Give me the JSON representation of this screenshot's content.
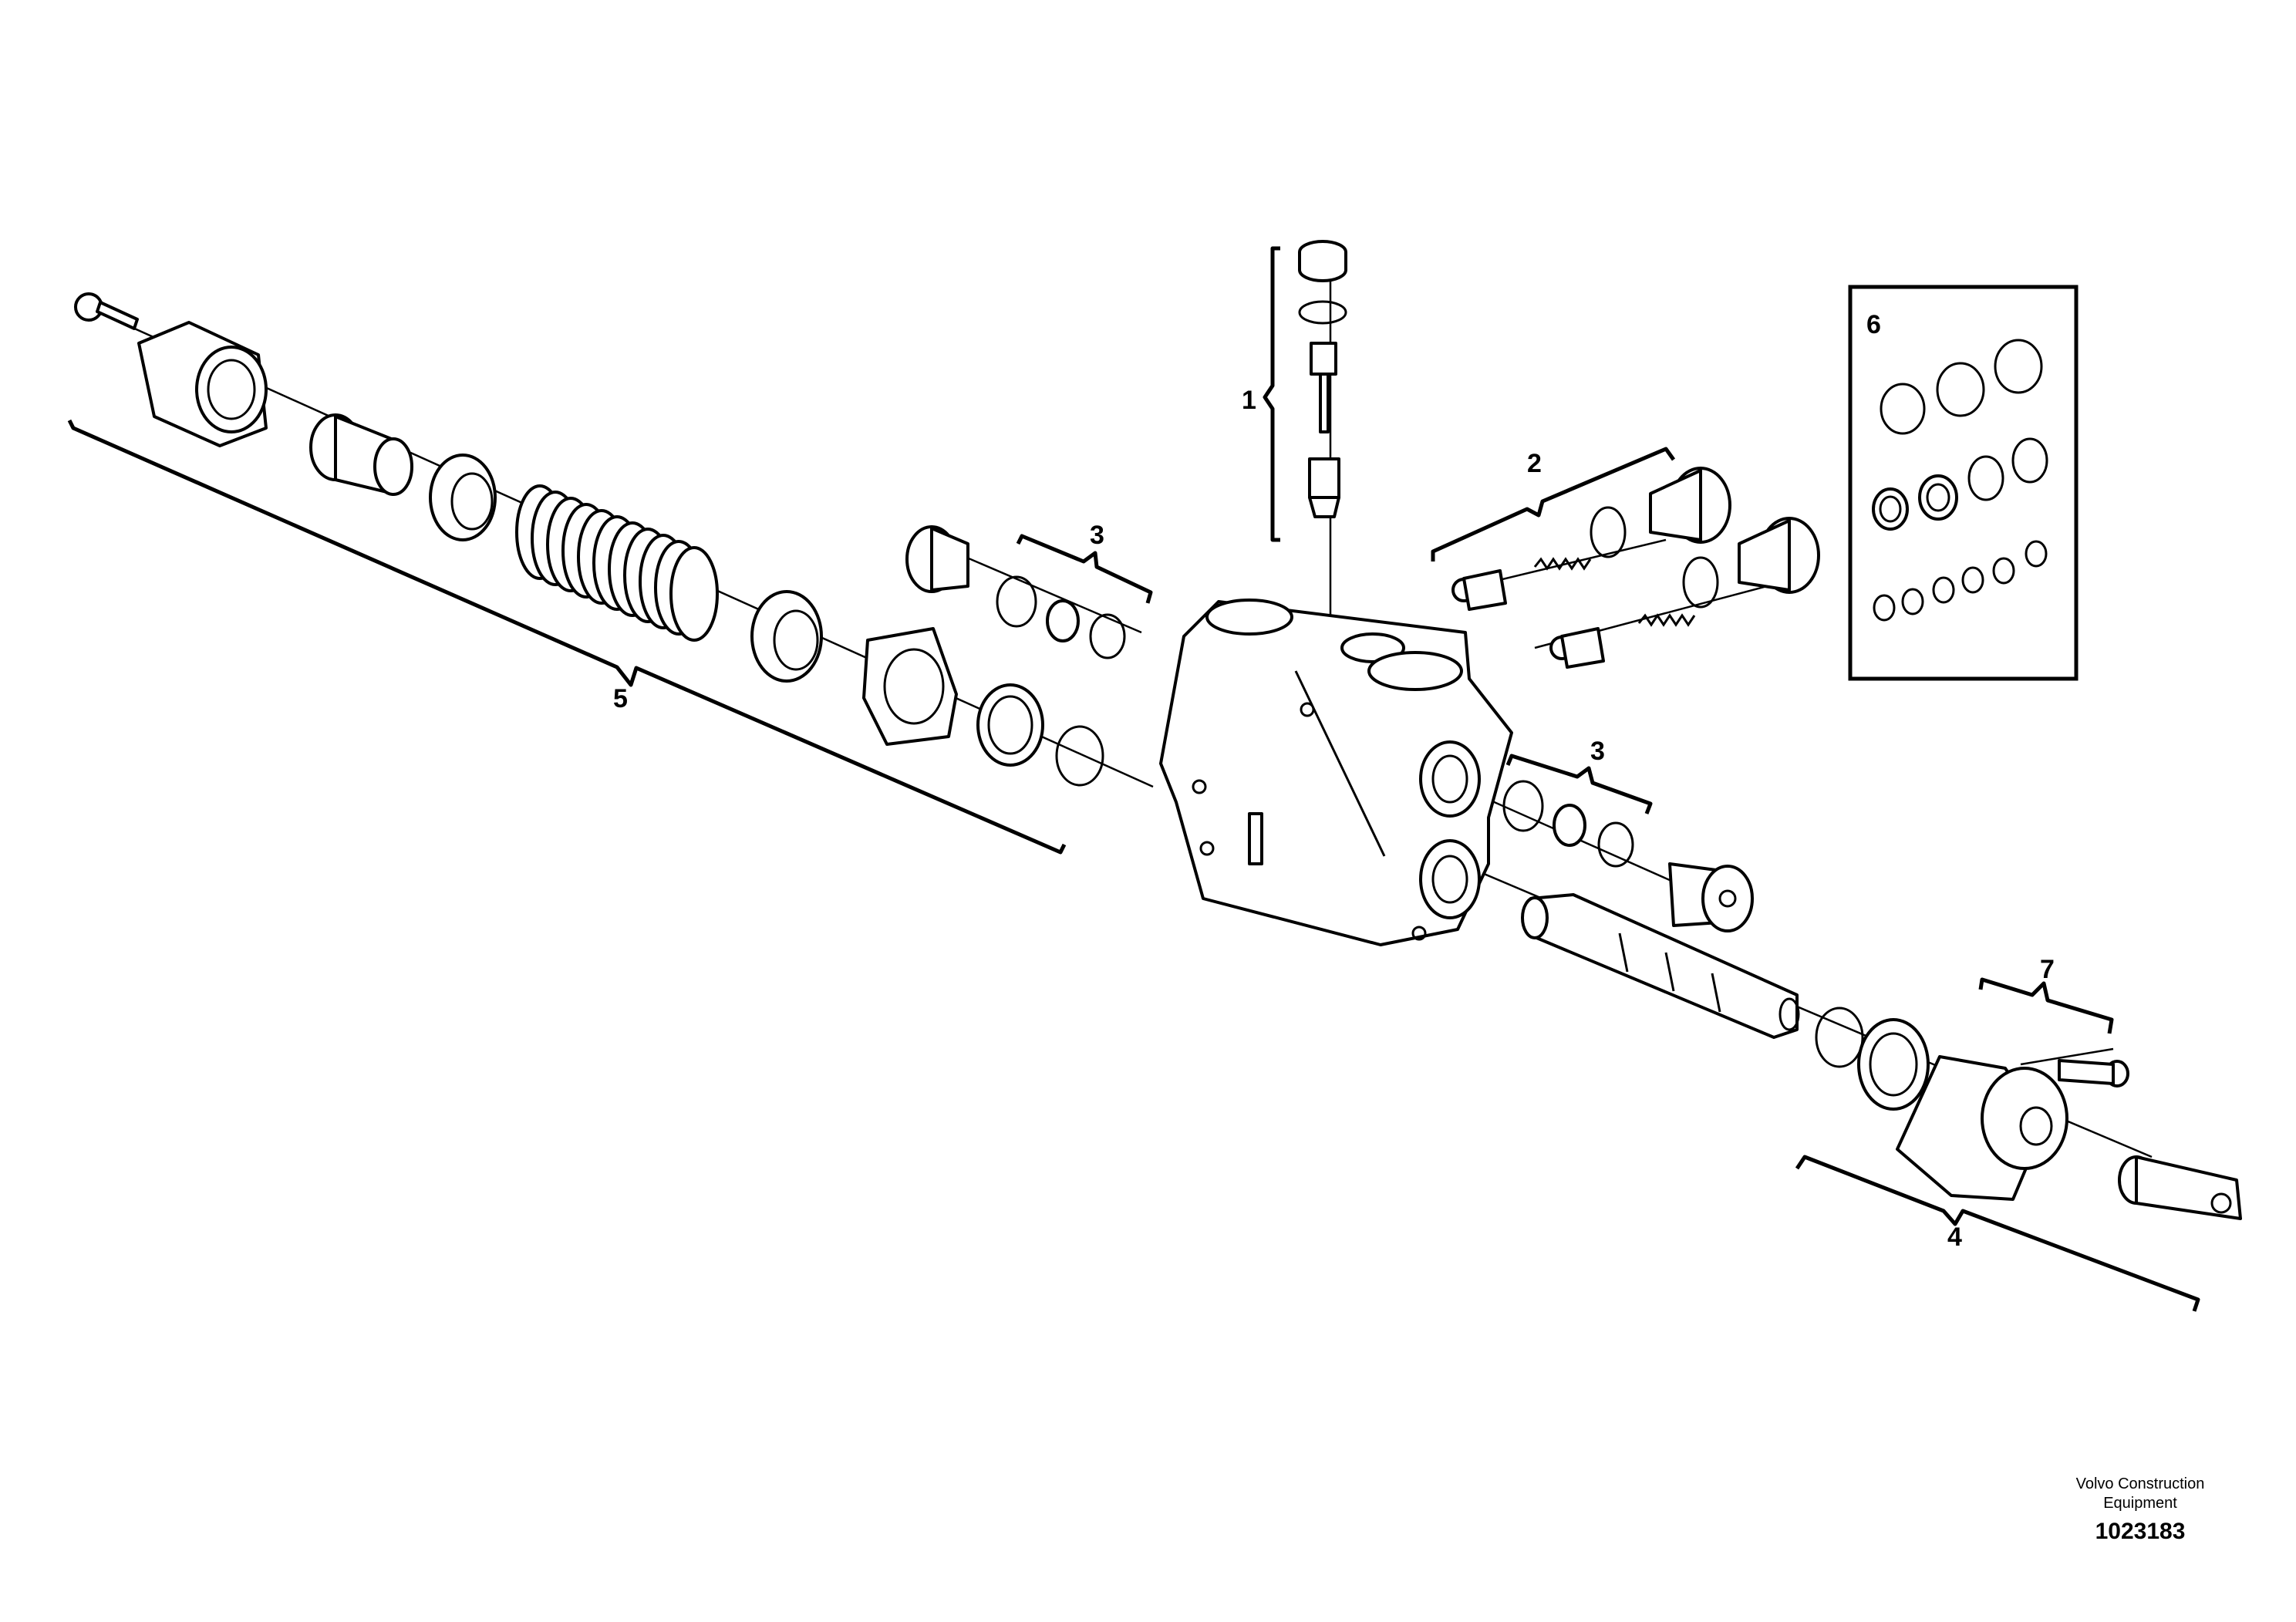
{
  "callouts": {
    "c1": "1",
    "c2": "2",
    "c3a": "3",
    "c3b": "3",
    "c4": "4",
    "c5": "5",
    "c6": "6",
    "c7": "7"
  },
  "credit": {
    "line1": "Volvo Construction",
    "line2": "Equipment",
    "number": "1023183"
  }
}
